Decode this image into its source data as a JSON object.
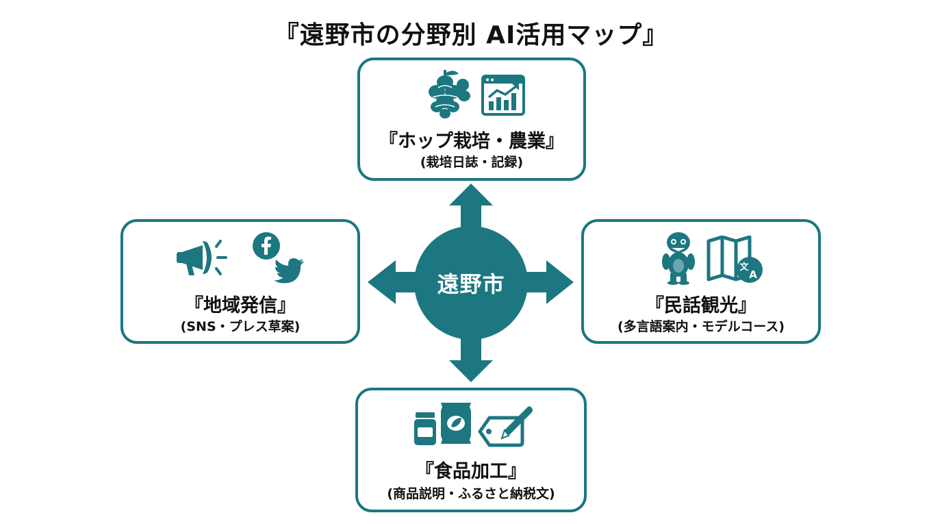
{
  "title": "『遠野市の分野別 AI活用マップ』",
  "hub": {
    "label": "遠野市"
  },
  "nodes": {
    "top": {
      "title": "『ホップ栽培・農業』",
      "subtitle": "(栽培日誌・記録)"
    },
    "left": {
      "title": "『地域発信』",
      "subtitle": "(SNS・プレス草案)"
    },
    "right": {
      "title": "『民話観光』",
      "subtitle": "(多言語案内・モデルコース)"
    },
    "bottom": {
      "title": "『食品加工』",
      "subtitle": "(商品説明・ふるさと納税文)"
    }
  },
  "icons": {
    "top": [
      "hop-icon",
      "growth-chart-icon"
    ],
    "left": [
      "megaphone-icon",
      "facebook-icon",
      "twitter-bird-icon"
    ],
    "right": [
      "kappa-icon",
      "map-translate-icon"
    ],
    "bottom": [
      "jar-icon",
      "package-icon",
      "price-tag-pen-icon"
    ]
  },
  "colors": {
    "accent": "#1c7781",
    "text": "#111111",
    "background": "#ffffff"
  }
}
